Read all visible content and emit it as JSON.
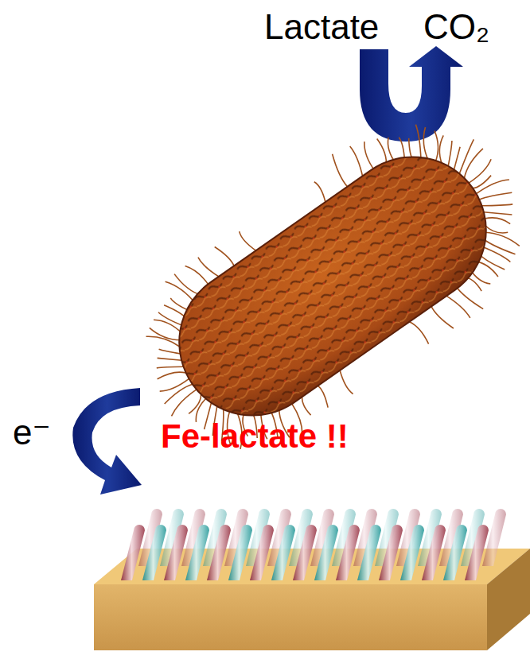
{
  "diagram": {
    "labels": [
      "Lactate",
      "CO₂",
      "e⁻",
      "Fe-lactate !!"
    ]
  }
}
